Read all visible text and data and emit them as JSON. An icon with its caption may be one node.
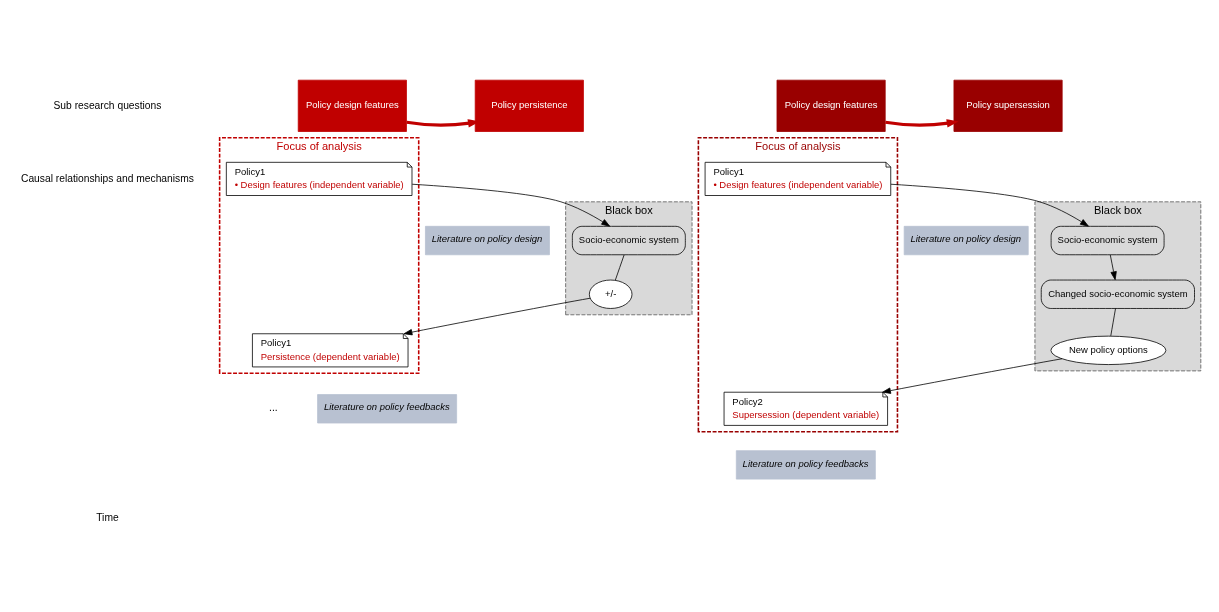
{
  "diagram": {
    "nodes": [
      {
        "text": [
          "Policy design features"
        ]
      },
      {
        "text": [
          "Policy persistence"
        ]
      },
      {
        "text": [
          "Policy design features"
        ]
      },
      {
        "text": [
          "Policy supersession"
        ]
      },
      {
        "text": [
          "Focus of analysis"
        ]
      },
      {
        "text": [
          "Black box"
        ]
      },
      {
        "text": [
          "Policy1",
          "• Design features (independent variable)"
        ],
        "in": 4
      },
      {
        "text": [
          "Policy1",
          "Persistence (dependent variable)"
        ],
        "in": 4
      },
      {
        "text": [
          "Socio-economic system"
        ],
        "in": 5
      },
      {
        "text": [
          "+/-"
        ],
        "in": 5
      },
      {
        "text": [
          "Focus of analysis"
        ]
      },
      {
        "text": [
          "Black box"
        ]
      },
      {
        "text": [
          "Policy1",
          "• Design features (independent variable)"
        ],
        "in": 10
      },
      {
        "text": [
          "Policy2",
          "Supersession (dependent variable)"
        ],
        "in": 10
      },
      {
        "text": [
          "Socio-economic system"
        ],
        "in": 11
      },
      {
        "text": [
          "Changed socio-economic system"
        ],
        "in": 11
      },
      {
        "text": [
          "New policy options"
        ],
        "in": 11
      },
      {
        "text": [
          "Literature on policy design"
        ]
      },
      {
        "text": [
          "Literature on policy feedbacks"
        ]
      },
      {
        "text": [
          "Literature on policy design"
        ]
      },
      {
        "text": [
          "Literature on policy feedbacks"
        ]
      }
    ],
    "edges": [
      {
        "from": 0,
        "to": 1,
        "arrow": "to",
        "style": "thick",
        "color": "#c00000"
      },
      {
        "from": 2,
        "to": 3,
        "arrow": "to",
        "style": "thick",
        "color": "#c00000"
      },
      {
        "from": 6,
        "to": 8,
        "arrow": "to"
      },
      {
        "from": 8,
        "to": 9,
        "arrow": "none"
      },
      {
        "from": 9,
        "to": 7,
        "arrow": "to"
      },
      {
        "from": 12,
        "to": 14,
        "arrow": "to"
      },
      {
        "from": 14,
        "to": 15,
        "arrow": "to"
      },
      {
        "from": 15,
        "to": 16,
        "arrow": "none"
      },
      {
        "from": 16,
        "to": 13,
        "arrow": "to"
      }
    ],
    "labels": [
      "Sub research questions",
      "Causal relationships and mechanisms",
      "...",
      "Time"
    ]
  }
}
